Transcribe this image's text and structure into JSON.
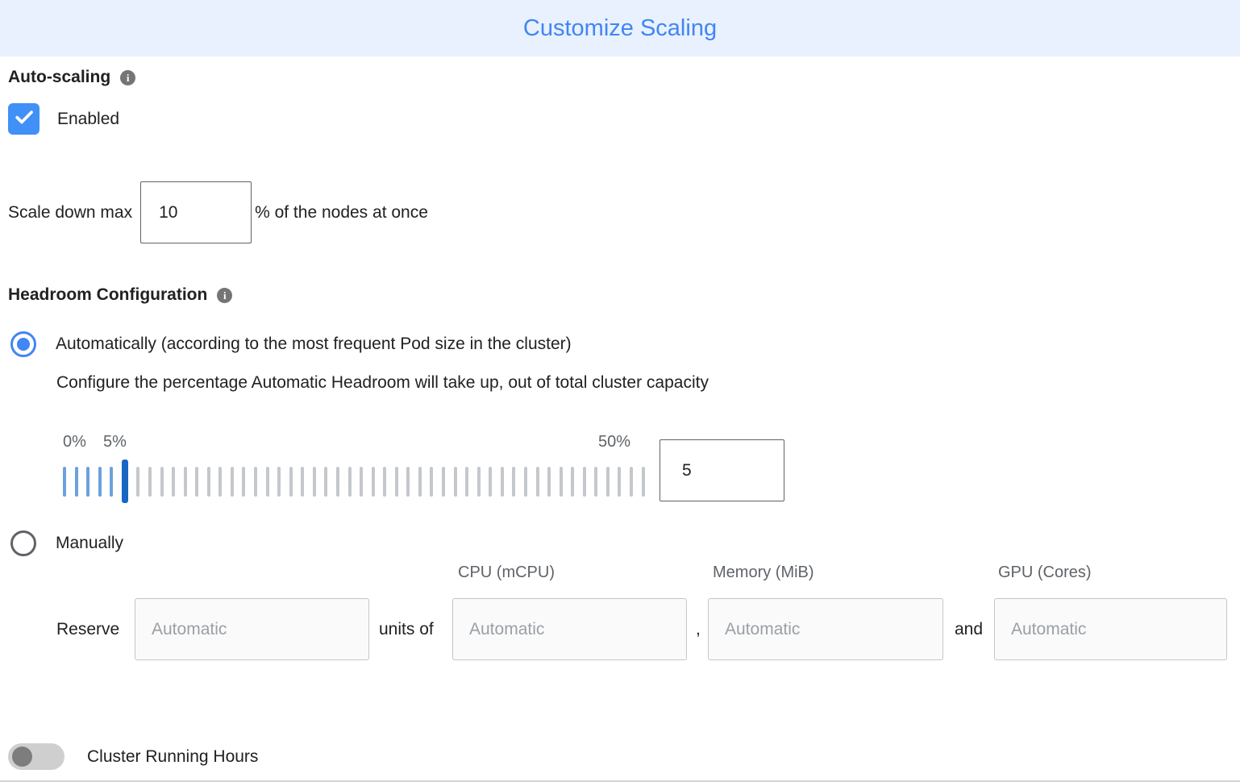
{
  "header": {
    "title": "Customize Scaling"
  },
  "auto_scaling": {
    "label": "Auto-scaling",
    "checkbox_label": "Enabled",
    "checked": true
  },
  "scale_down": {
    "label": "Scale down max",
    "value": "10",
    "suffix": "% of the nodes at once"
  },
  "headroom": {
    "label": "Headroom Configuration",
    "automatic": {
      "option_label": "Automatically (according to the most frequent Pod size in the cluster)",
      "description": "Configure the percentage Automatic Headroom will take up, out of total cluster capacity",
      "slider": {
        "min_label": "0%",
        "value_label": "5%",
        "max_label": "50%",
        "value": "5",
        "total_ticks": 50,
        "active_tick": 5
      }
    },
    "manual": {
      "option_label": "Manually",
      "columns": {
        "cpu": "CPU (mCPU)",
        "memory": "Memory (MiB)",
        "gpu": "GPU (Cores)"
      },
      "reserve_label": "Reserve",
      "units_of_label": "units of",
      "comma": ",",
      "and_label": "and",
      "reserve_placeholder": "Automatic",
      "cpu_placeholder": "Automatic",
      "memory_placeholder": "Automatic",
      "gpu_placeholder": "Automatic"
    }
  },
  "cluster_running_hours": {
    "label": "Cluster Running Hours",
    "enabled": false
  },
  "info_icon_glyph": "i",
  "colors": {
    "accent_blue": "#4285f4",
    "header_bg": "#e8f1fd",
    "slider_tick": "#c4c7cb",
    "slider_tick_filled": "#6ba1dd",
    "slider_handle": "#1766c2"
  }
}
